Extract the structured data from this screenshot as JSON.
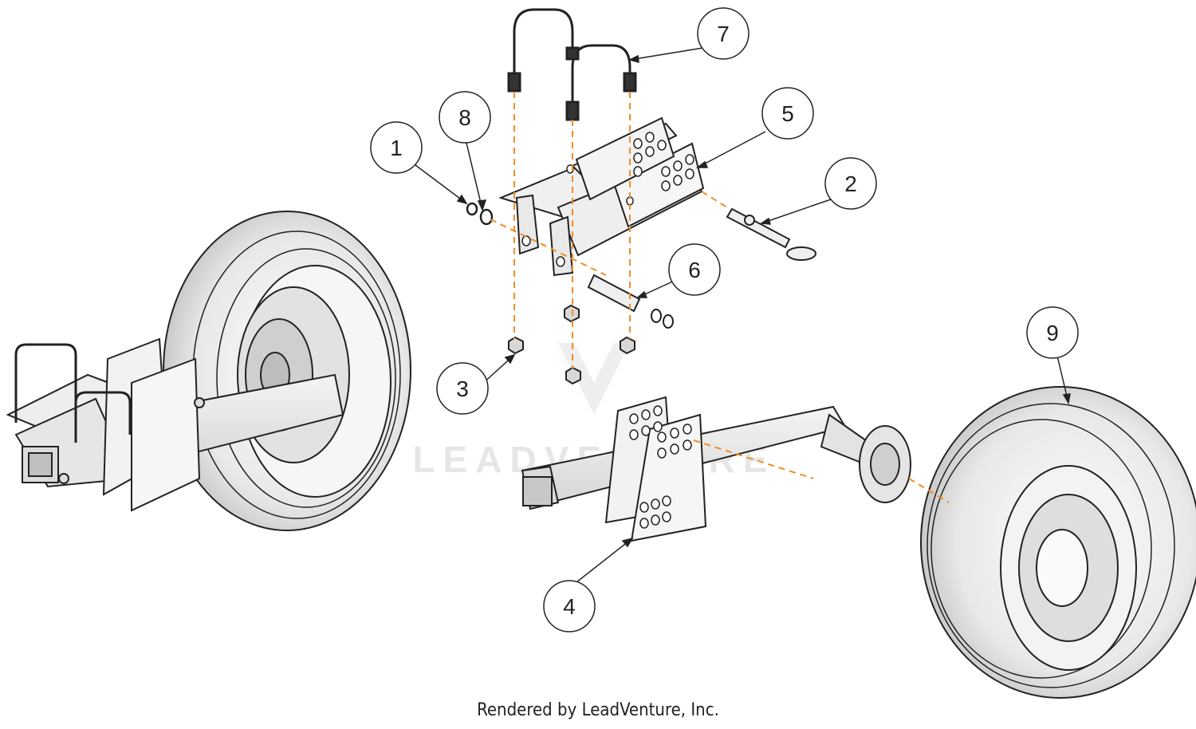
{
  "callouts": [
    {
      "id": "1",
      "label": "1"
    },
    {
      "id": "2",
      "label": "2"
    },
    {
      "id": "3",
      "label": "3"
    },
    {
      "id": "4",
      "label": "4"
    },
    {
      "id": "5",
      "label": "5"
    },
    {
      "id": "6",
      "label": "6"
    },
    {
      "id": "7",
      "label": "7"
    },
    {
      "id": "8",
      "label": "8"
    },
    {
      "id": "9",
      "label": "9"
    }
  ],
  "watermark": "LEADVENTURE",
  "footer": "Rendered by LeadVenture, Inc.",
  "colors": {
    "line": "#222222",
    "part_fill": "#ededed",
    "tire_fill": "#efefef",
    "dash": "#f28c28"
  }
}
